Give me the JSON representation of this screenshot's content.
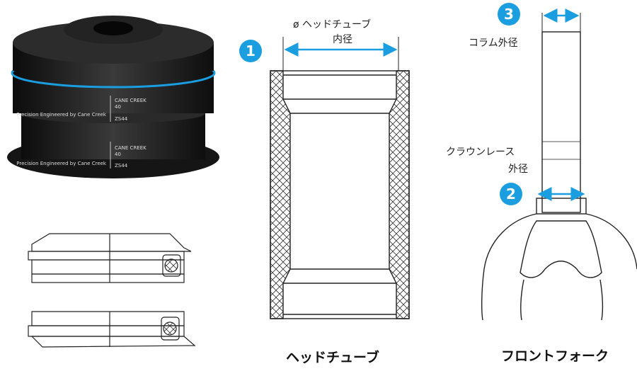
{
  "colors": {
    "accent": "#1a9ee0",
    "line": "#222222",
    "headset": "#1e1e1e"
  },
  "headset_photo": {
    "cups": [
      {
        "brand": "CANE CREEK",
        "model": "40",
        "size": "ZS44",
        "tagline": "Precision Engineered by Cane Creek"
      },
      {
        "brand": "CANE CREEK",
        "model": "40",
        "size": "ZS44",
        "tagline": "Precision Engineered by Cane Creek"
      }
    ]
  },
  "head_tube": {
    "badge": "1",
    "dimension_label_line1": "ø ヘッドチューブ",
    "dimension_label_line2": "内径",
    "caption": "ヘッドチューブ"
  },
  "fork": {
    "column_badge": "3",
    "column_label": "コラム外径",
    "crown_badge": "2",
    "crown_label_line1": "クラウンレース",
    "crown_label_line2": "外径",
    "caption": "フロントフォーク"
  }
}
